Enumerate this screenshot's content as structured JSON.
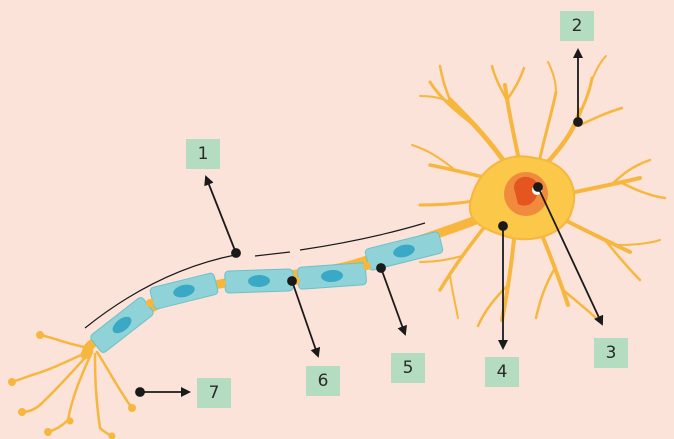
{
  "diagram": {
    "title": "",
    "labels": [
      {
        "id": "1",
        "text": "1"
      },
      {
        "id": "2",
        "text": "2"
      },
      {
        "id": "3",
        "text": "3"
      },
      {
        "id": "4",
        "text": "4"
      },
      {
        "id": "5",
        "text": "5"
      },
      {
        "id": "6",
        "text": "6"
      },
      {
        "id": "7",
        "text": "7"
      }
    ]
  },
  "colors": {
    "background": "#fbe3da",
    "label_box": "#b4dcc0",
    "neuron_body": "#fcc84a",
    "axon": "#f7b63d",
    "myelin_sheath": "#8fd3d8",
    "schwann_nucleus": "#3aa9c5",
    "nucleus": "#f08a3c",
    "nucleolus": "#e5551f",
    "arrow": "#1a1a1a"
  }
}
